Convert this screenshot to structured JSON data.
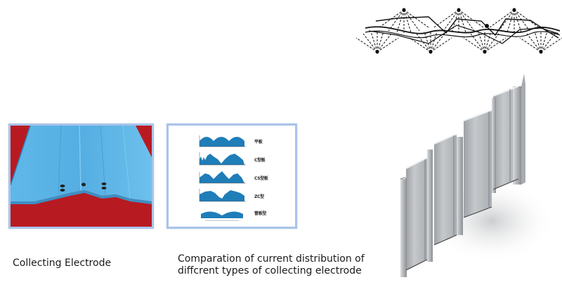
{
  "slide": {
    "background": "#ffffff",
    "frame_color": "#a9c3ea"
  },
  "diagram_top": {
    "description": "Line drawing of corona discharge fans between zig-zag collecting plates",
    "fan_count_top": 3,
    "fan_count_bottom": 4
  },
  "photo_left": {
    "description": "Blue corrugated collecting electrode plate on red background",
    "plate_color": "#5ab4e6",
    "background_color": "#b81a22",
    "caption": "Collecting Electrode"
  },
  "chart_panel": {
    "caption_line1": "Comparation of current distribution of",
    "caption_line2": "diffcrent types of collecting electrode",
    "fill_color": "#1f7db8",
    "rows": [
      {
        "label": "平板",
        "peaks": 3
      },
      {
        "label": "C型板",
        "peaks": 2
      },
      {
        "label": "CS型板",
        "peaks": 3
      },
      {
        "label": "ZC型",
        "peaks": 2
      },
      {
        "label": "管板型",
        "peaks": 2
      }
    ]
  },
  "render_3d": {
    "description": "Gray metallic stepped profile collecting electrode (3D render)",
    "metal_color": "#b8bbbf"
  }
}
